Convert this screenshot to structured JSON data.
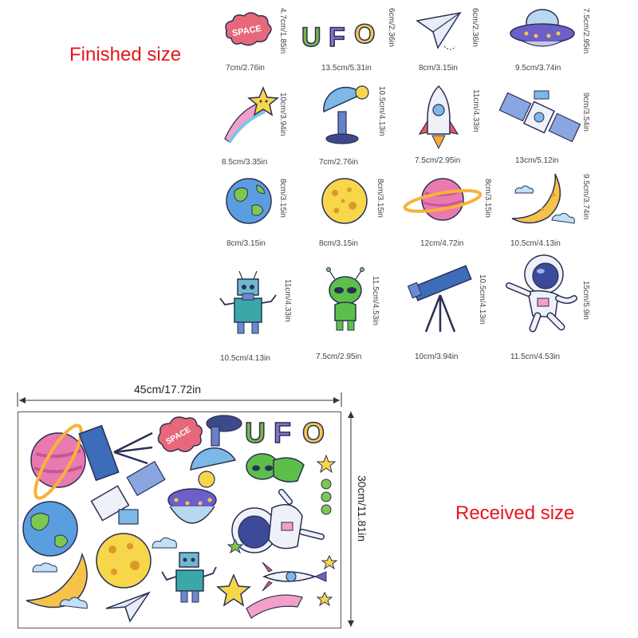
{
  "labels": {
    "finished": "Finished size",
    "received": "Received size",
    "sheet_width": "45cm/17.72in",
    "sheet_height": "30cm/11.81in"
  },
  "colors": {
    "red_label": "#e8141b",
    "outline": "#2b2f55"
  },
  "stickers": [
    {
      "icon": "space-cloud-icon",
      "width": "7cm/2.76in",
      "height": "4.7cm/1.85in",
      "text": "SPACE"
    },
    {
      "icon": "ufo-text-icon",
      "width": "13.5cm/5.31in",
      "height": "6cm/2.36in",
      "text": "UFO"
    },
    {
      "icon": "paper-plane-icon",
      "width": "8cm/3.15in",
      "height": "6cm/2.36in"
    },
    {
      "icon": "flying-saucer-icon",
      "width": "9.5cm/3.74in",
      "height": "7.5cm/2.95in"
    },
    {
      "icon": "shooting-star-icon",
      "width": "8.5cm/3.35in",
      "height": "10cm/3.94in"
    },
    {
      "icon": "satellite-dish-icon",
      "width": "7cm/2.76in",
      "height": "10.5cm/4.13in"
    },
    {
      "icon": "rocket-icon",
      "width": "7.5cm/2.95in",
      "height": "11cm/4.33in"
    },
    {
      "icon": "satellite-icon",
      "width": "13cm/5.12in",
      "height": "9cm/3.54in"
    },
    {
      "icon": "earth-icon",
      "width": "8cm/3.15in",
      "height": "8cm/3.15in"
    },
    {
      "icon": "yellow-moon-planet-icon",
      "width": "8cm/3.15in",
      "height": "8cm/3.15in"
    },
    {
      "icon": "ringed-planet-icon",
      "width": "12cm/4.72in",
      "height": "8cm/3.15in"
    },
    {
      "icon": "crescent-moon-icon",
      "width": "10.5cm/4.13in",
      "height": "9.5cm/3.74in"
    },
    {
      "icon": "robot-icon",
      "width": "10.5cm/4.13in",
      "height": "11cm/4.33in"
    },
    {
      "icon": "alien-icon",
      "width": "7.5cm/2.95in",
      "height": "11.5cm/4.53in"
    },
    {
      "icon": "telescope-icon",
      "width": "10cm/3.94in",
      "height": "10.5cm/4.13in"
    },
    {
      "icon": "astronaut-icon",
      "width": "11.5cm/4.53in",
      "height": "15cm/5.9in"
    }
  ]
}
